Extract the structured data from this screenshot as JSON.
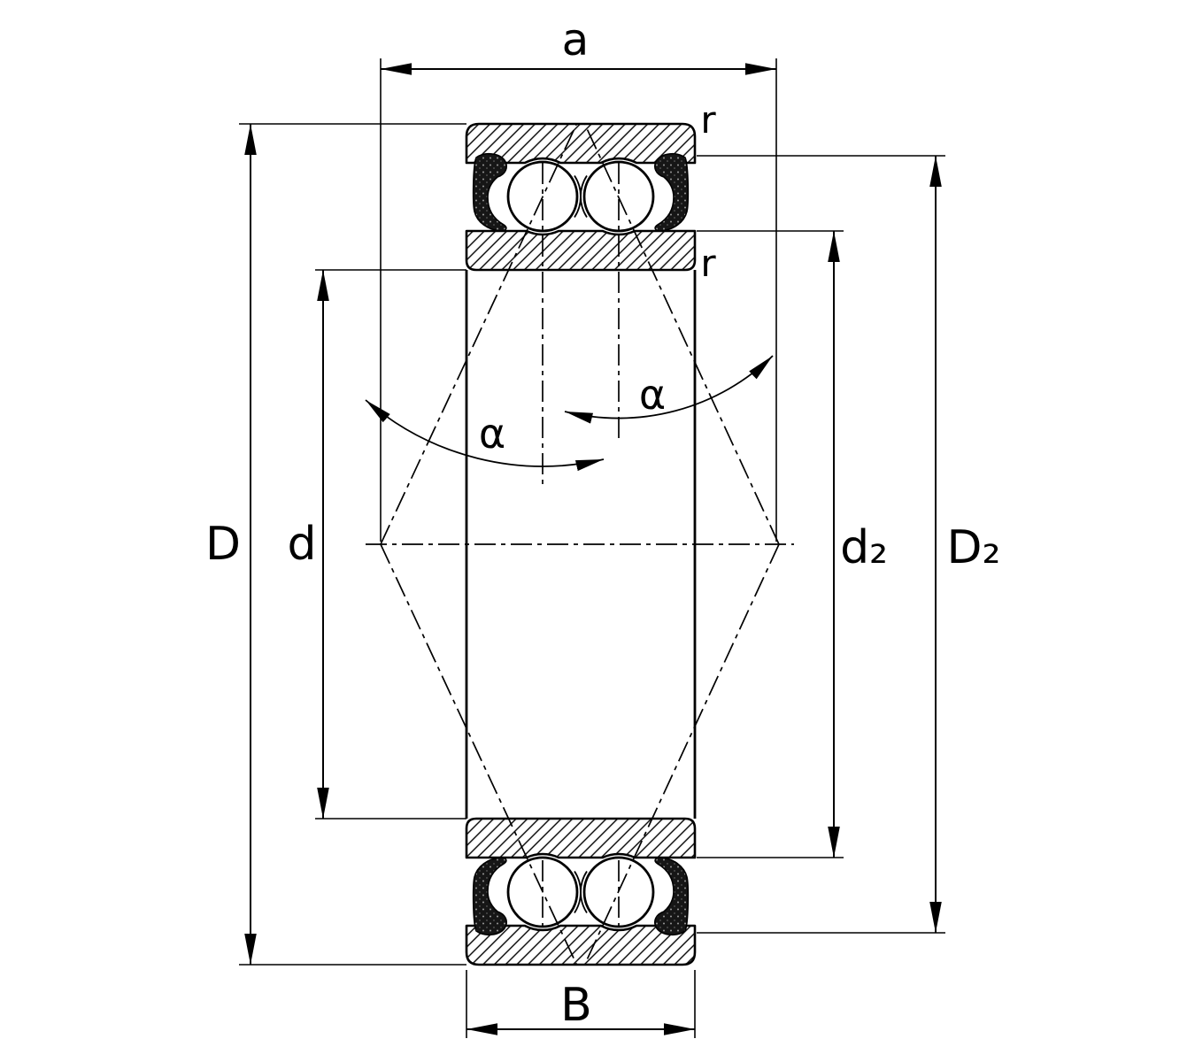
{
  "diagram": {
    "description": "sectional drawing of a double-row angular contact ball bearing with seals and dimension annotations",
    "colors": {
      "stroke": "#000000",
      "background": "#ffffff"
    },
    "labels": {
      "a": "a",
      "D": "D",
      "d": "d",
      "d2": "d₂",
      "D2": "D₂",
      "B": "B",
      "r1": "r",
      "r2": "r",
      "alpha1": "α",
      "alpha2": "α"
    }
  }
}
